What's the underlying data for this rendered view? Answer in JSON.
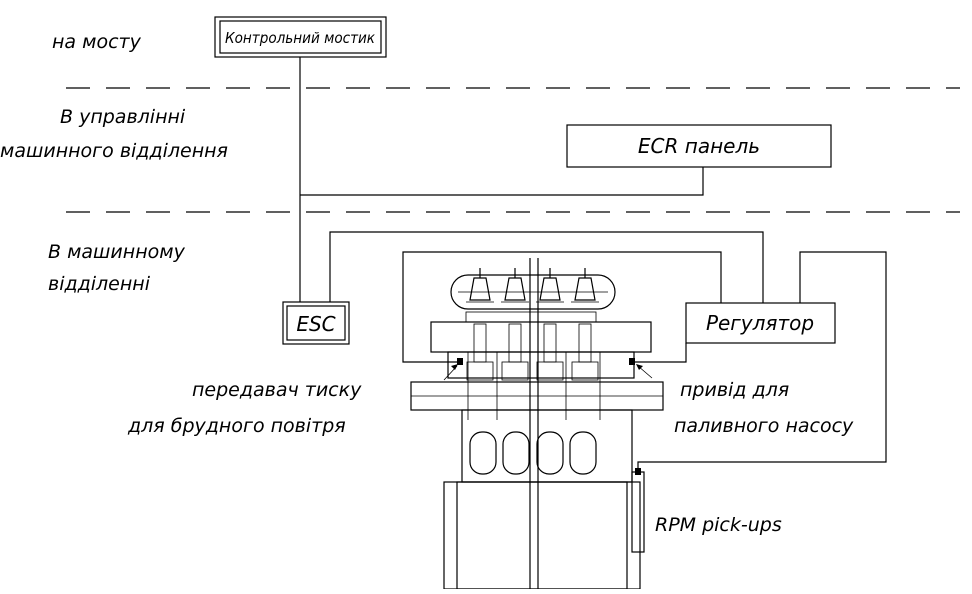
{
  "zones": {
    "bridge": "на мосту",
    "ecr_line1": "В управлінні",
    "ecr_line2": "машинного відділення",
    "er_line1": "В машинному",
    "er_line2": "відділенні"
  },
  "boxes": {
    "bridge_panel": "Контрольний мостик",
    "ecr_panel": "ECR панель",
    "esc": "ESC",
    "governor": "Регулятор"
  },
  "callouts": {
    "pressure_line1": "передавач тиску",
    "pressure_line2": "для брудного повітря",
    "pump_line1": "привід для",
    "pump_line2": "паливного насосу",
    "rpm": "RPM pick-ups"
  }
}
